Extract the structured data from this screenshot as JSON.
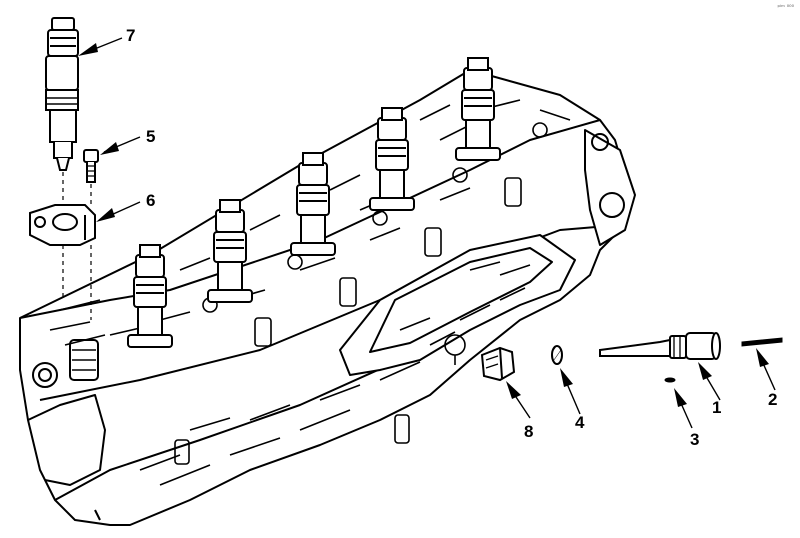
{
  "diagram": {
    "callouts": [
      "1",
      "2",
      "3",
      "4",
      "5",
      "6",
      "7",
      "8"
    ],
    "corner_tag": "ᵖⁱᵐ ⁰⁰⁰",
    "colors": {
      "line": "#000000",
      "background": "#ffffff"
    }
  }
}
